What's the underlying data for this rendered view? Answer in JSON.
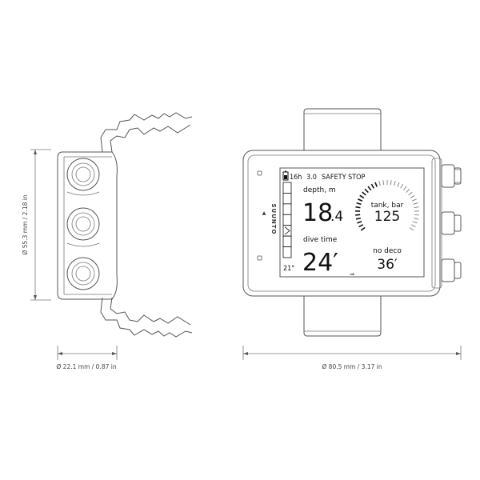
{
  "dimensions": {
    "height": "Ø 55.3 mm / 2.18 in",
    "depth": "Ø 22.1 mm / 0.87 in",
    "width": "Ø 80.5 mm / 3.17 in"
  },
  "brand": "SUUNTO",
  "screen": {
    "time": "16h",
    "stop_depth": "3.0",
    "status": "SAFETY STOP",
    "depth_label": "depth, m",
    "depth_int": "18",
    "depth_dec": ".4",
    "dive_time_label": "dive time",
    "dive_time_value": "24′",
    "tank_label": "tank, bar",
    "tank_value": "125",
    "no_deco_label": "no deco",
    "no_deco_value": "36′",
    "temperature": "21°",
    "arrow_indicator": "⇒"
  },
  "tank_gauge": {
    "min": 0,
    "max": 300,
    "value": 125
  },
  "ascent_bar": {
    "segments": 7
  }
}
